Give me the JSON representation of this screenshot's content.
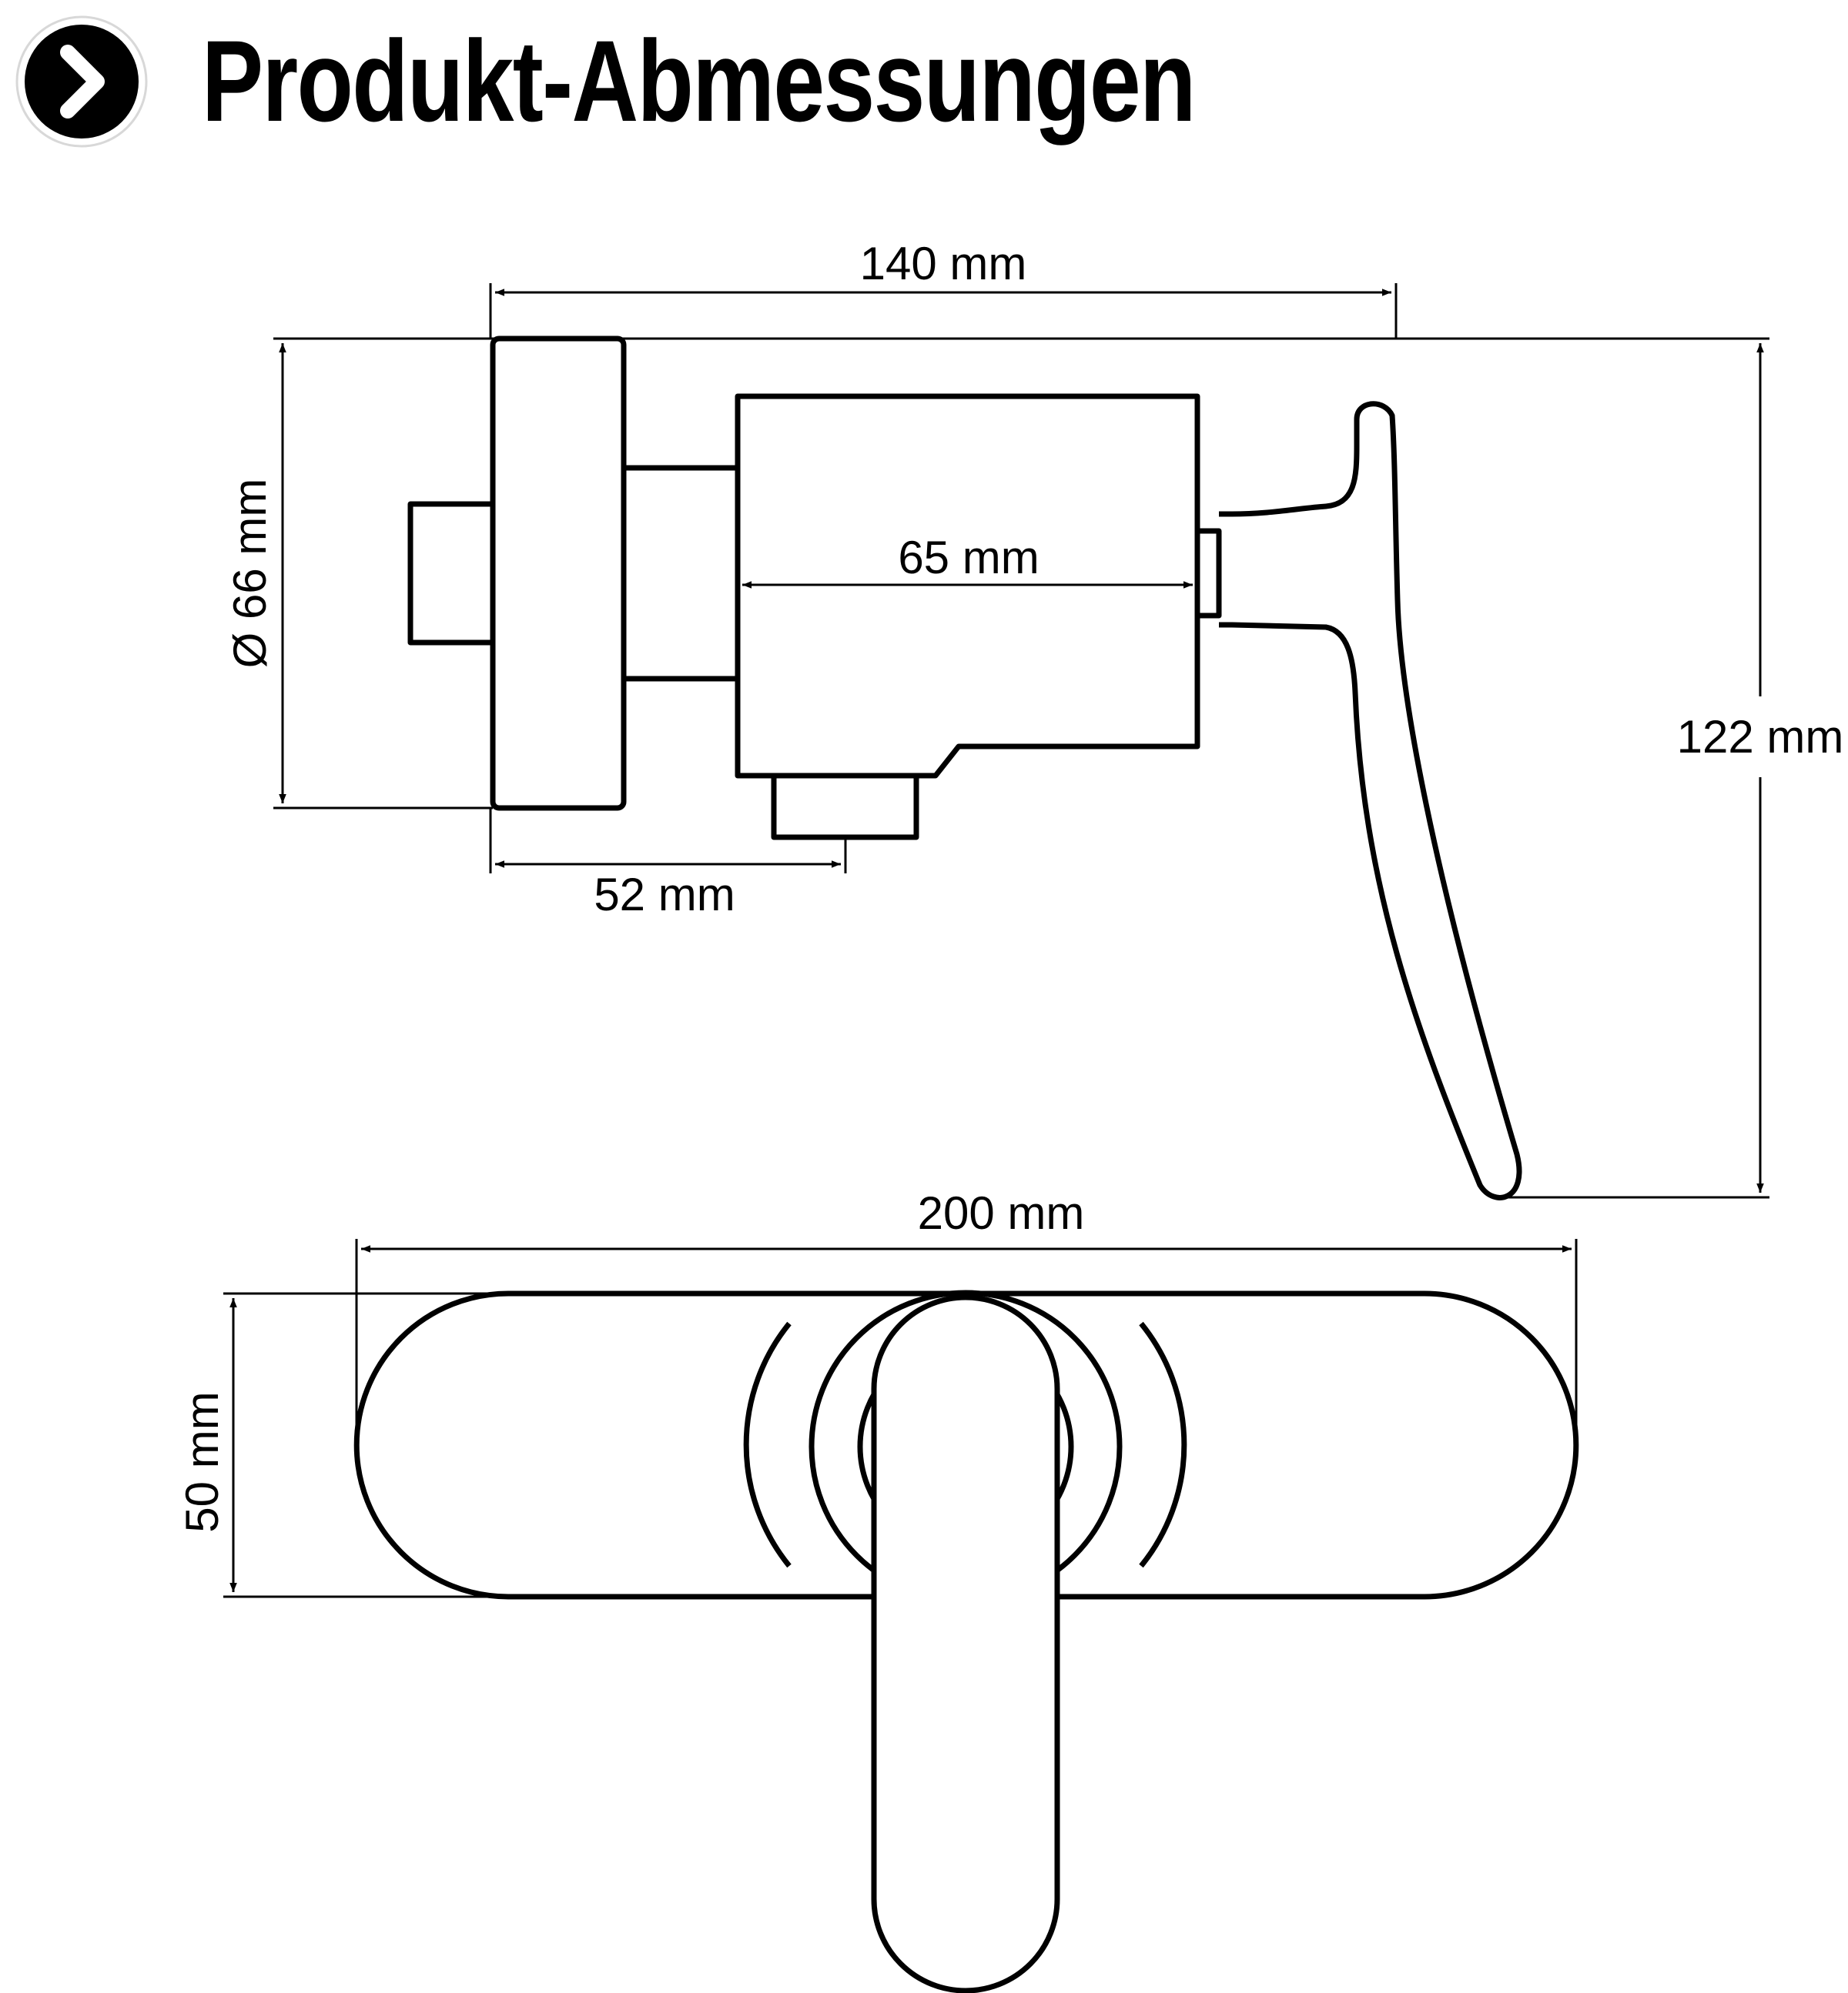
{
  "header": {
    "title": "Produkt-Abmessungen",
    "badge_icon": "chevron-right-icon"
  },
  "dimensions": {
    "overall_depth": "140 mm",
    "rosette_diameter": "Ø 66 mm",
    "body_length": "65 mm",
    "outlet_offset": "52 mm",
    "lever_height": "122 mm",
    "plate_width": "200 mm",
    "plate_height": "50 mm"
  },
  "colors": {
    "line": "#000000",
    "background": "#ffffff"
  }
}
